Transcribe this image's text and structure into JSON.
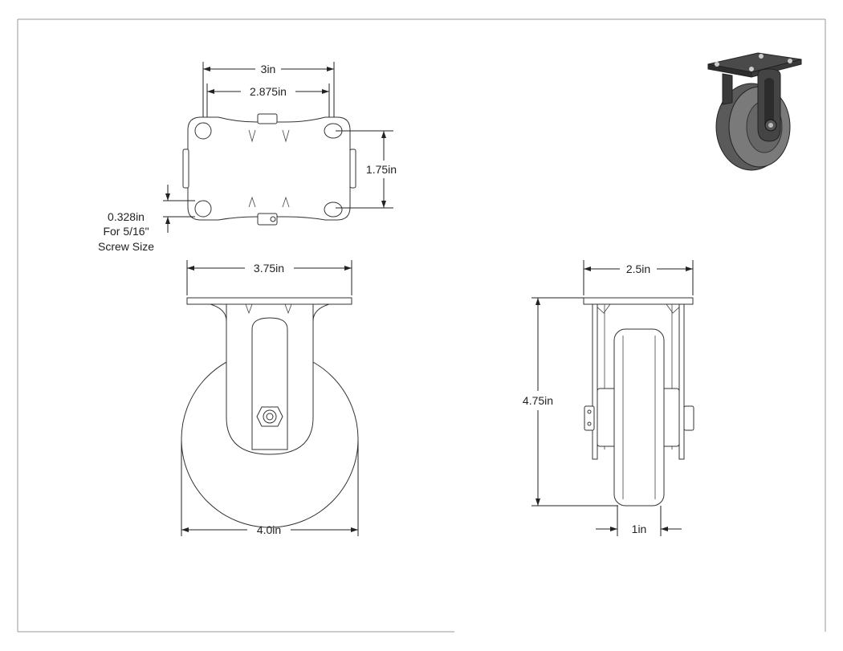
{
  "dimensions": {
    "top_width_outer": "3in",
    "top_width_inner": "2.875in",
    "top_height": "1.75in",
    "bolt_hole": "0.328in",
    "bolt_note_1": "For 5/16\"",
    "bolt_note_2": "Screw Size",
    "plate_width": "3.75in",
    "wheel_diameter": "4.0in",
    "side_width": "2.5in",
    "overall_height": "4.75in",
    "wheel_width": "1in"
  },
  "colors": {
    "line": "#222222",
    "frame": "#999999",
    "iso_dark": "#3a3a3a",
    "iso_mid": "#6b6b6b"
  }
}
